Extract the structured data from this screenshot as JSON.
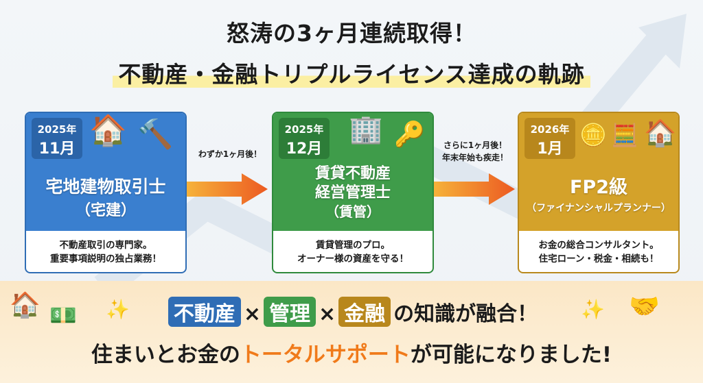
{
  "title": {
    "line1": "怒涛の3ヶ月連続取得！",
    "line2": "不動産・金融トリプルライセンス達成の軌跡"
  },
  "cards": [
    {
      "year": "2025年",
      "month": "11月",
      "name": "宅地建物取引士",
      "abbr": "（宅建）",
      "desc1": "不動産取引の専門家。",
      "desc2": "重要事項説明の独占業務！",
      "color": "#3a7fcf"
    },
    {
      "year": "2025年",
      "month": "12月",
      "name1": "賃貸不動産",
      "name2": "経営管理士",
      "abbr": "（賃管）",
      "desc1": "賃貸管理のプロ。",
      "desc2": "オーナー様の資産を守る！",
      "color": "#3f9c4a"
    },
    {
      "year": "2026年",
      "month": "1月",
      "name": "FP2級",
      "abbr": "（ファイナンシャルプランナー）",
      "desc1": "お金の総合コンサルタント。",
      "desc2": "住宅ローン・税金・相続も！",
      "color": "#d4a22a"
    }
  ],
  "arrows": [
    {
      "label1": "わずか1ヶ月後！"
    },
    {
      "label1": "さらに1ヶ月後！",
      "label2": "年末年始も疾走！"
    }
  ],
  "bottom": {
    "tag1": "不動産",
    "times1": "×",
    "tag2": "管理",
    "times2": "×",
    "tag3": "金融",
    "suffix": "の知識が融合！",
    "line2_pre": "住まいとお金の",
    "line2_hl": "トータルサポート",
    "line2_post": "が可能になりました!"
  }
}
